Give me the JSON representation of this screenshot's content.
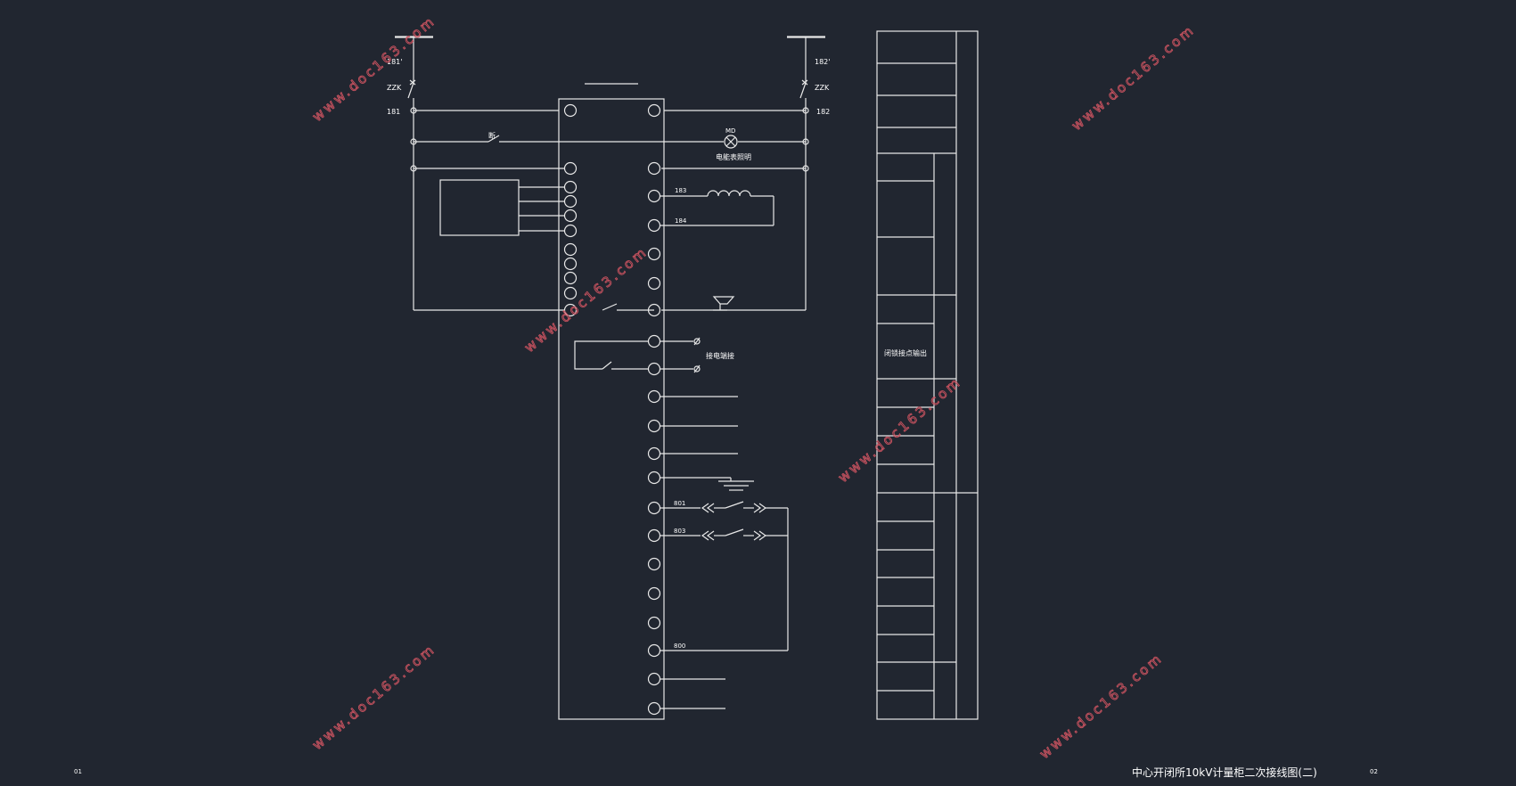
{
  "drawing": {
    "title": "中心开闭所10kV计量柜二次接线图(二)",
    "sheet_left": "01",
    "sheet_right": "02"
  },
  "watermark": "www.doc163.com",
  "labels": {
    "l_181p": "181'",
    "l_zzk_left": "ZZK",
    "l_181": "181",
    "l_182p": "182'",
    "l_zzk_right": "ZZK",
    "l_182": "182",
    "l_md": "MD",
    "l_lamp": "电能表照明",
    "l_183": "183",
    "l_184": "184",
    "l_door": "接电端接",
    "l_801": "801",
    "l_803": "803",
    "l_800": "800",
    "l_switch_small": "断"
  },
  "right_panel": {
    "caption": "闭锁接点输出"
  },
  "colors": {
    "background": "#212630",
    "line": "#e8e8e8",
    "watermark": "#c7525f"
  }
}
